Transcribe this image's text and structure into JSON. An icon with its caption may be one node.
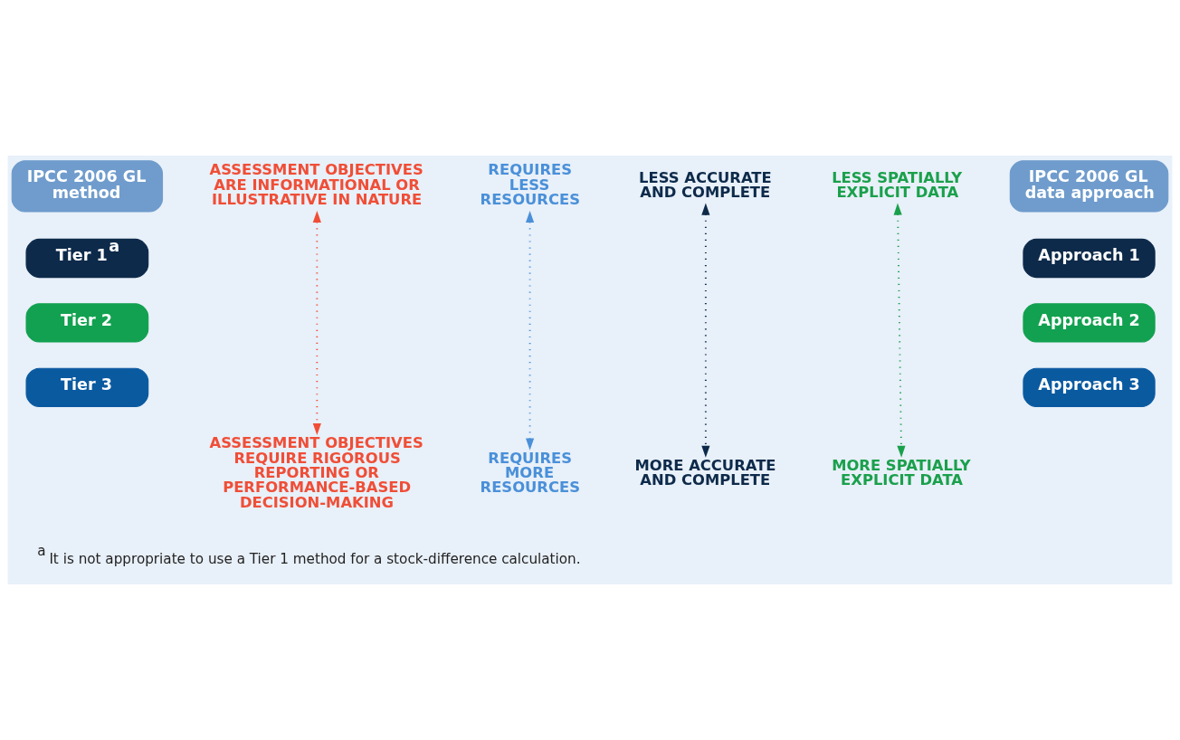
{
  "diagram": {
    "nodes": [
      {
        "text": [
          "IPCC 2006 GL method"
        ]
      },
      {
        "text": [
          "Tier 1$^{a}$"
        ]
      },
      {
        "text": [
          "Tier 2"
        ]
      },
      {
        "text": [
          "Tier 3"
        ]
      },
      {
        "text": [
          "IPCC 2006 GL data approach"
        ]
      },
      {
        "text": [
          "Approach 1"
        ]
      },
      {
        "text": [
          "Approach 2"
        ]
      },
      {
        "text": [
          "Approach 3"
        ]
      },
      {
        "text": [
          "ASSESSMENT OBJECTIVES ARE INFORMATIONAL OR ILLUSTRATIVE IN NATURE"
        ]
      },
      {
        "text": [
          "ASSESSMENT OBJECTIVES REQUIRE RIGOROUS REPORTING OR PERFORMANCE-BASED DECISION-MAKING"
        ]
      },
      {
        "text": [
          "REQUIRES LESS RESOURCES"
        ]
      },
      {
        "text": [
          "REQUIRES MORE RESOURCES"
        ]
      },
      {
        "text": [
          "LESS ACCURATE AND COMPLETE"
        ]
      },
      {
        "text": [
          "MORE ACCURATE AND COMPLETE"
        ]
      },
      {
        "text": [
          "LESS SPATIALLY EXPLICIT DATA"
        ]
      },
      {
        "text": [
          "MORE SPATIALLY EXPLICIT DATA"
        ]
      }
    ],
    "edges": [
      {
        "from": 8,
        "to": 9,
        "arrow": "both",
        "style": "dashed",
        "color": "#f04e37"
      },
      {
        "from": 10,
        "to": 11,
        "arrow": "both",
        "style": "dashed",
        "color": "#4a90d9"
      },
      {
        "from": 12,
        "to": 13,
        "arrow": "both",
        "style": "dashed",
        "color": "#0d2a4a"
      },
      {
        "from": 14,
        "to": 15,
        "arrow": "both",
        "style": "dashed",
        "color": "#1aa04c"
      }
    ],
    "labels": [
      "$^{a}$ It is not appropriate to use a Tier 1 method for a stock-difference calculation."
    ]
  }
}
